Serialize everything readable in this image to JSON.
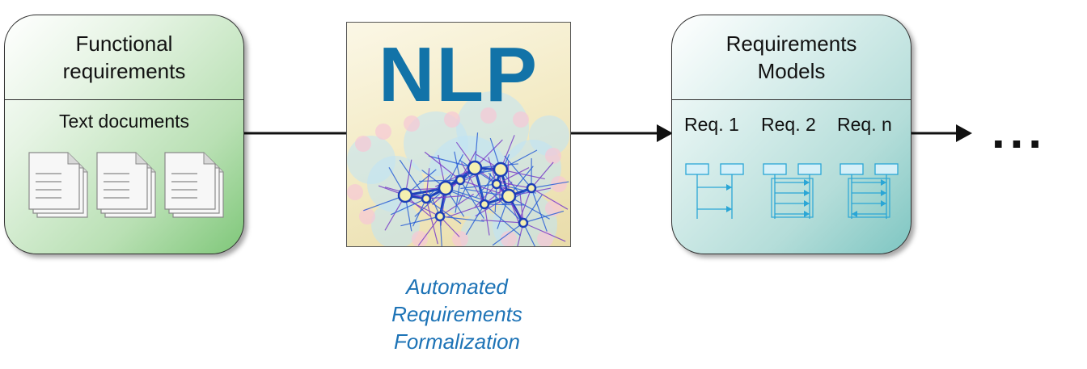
{
  "left_box": {
    "title_line1": "Functional",
    "title_line2": "requirements",
    "subtitle": "Text documents",
    "doc_icon_count": 3
  },
  "nlp": {
    "title": "NLP",
    "caption_line1": "Automated",
    "caption_line2": "Requirements",
    "caption_line3": "Formalization"
  },
  "right_box": {
    "title_line1": "Requirements",
    "title_line2": "Models",
    "req_labels": [
      "Req. 1",
      "Req. 2",
      "Req. n"
    ]
  },
  "continuation": "...",
  "colors": {
    "nlp_title": "#1273a8",
    "caption": "#1d73b6",
    "left_box_accent": "#7fc779",
    "right_box_accent": "#7ec6c2",
    "diagram_stroke": "#2aa6d6"
  }
}
